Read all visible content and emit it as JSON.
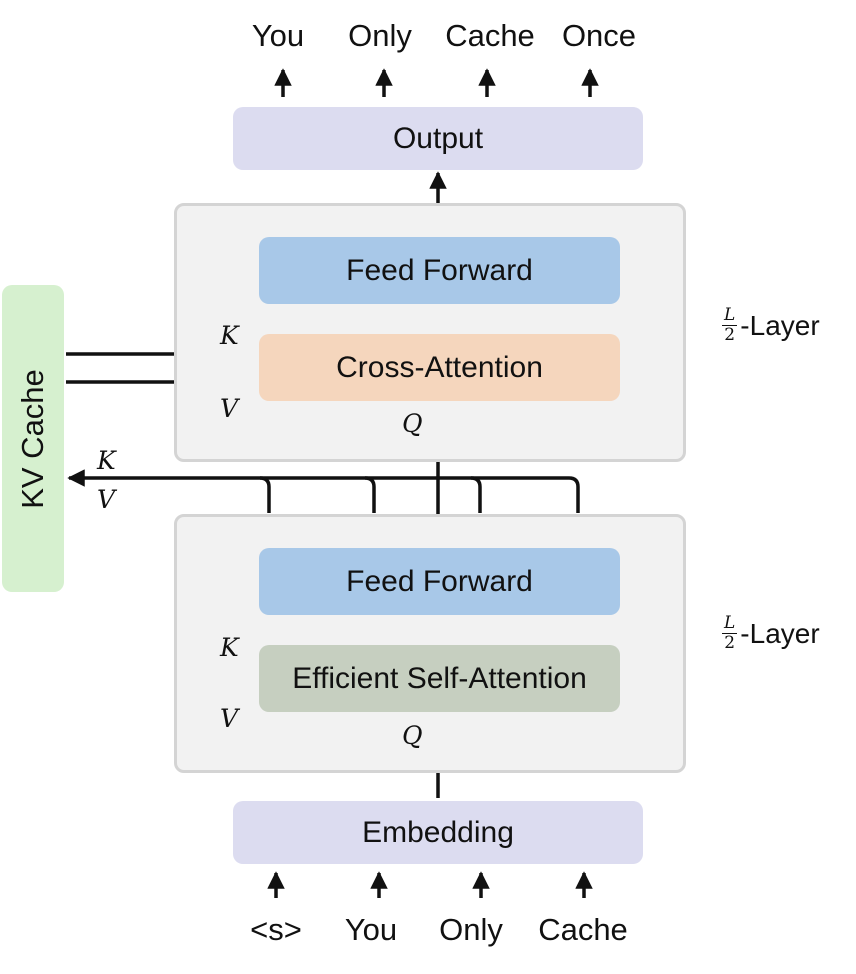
{
  "output_tokens": [
    "You",
    "Only",
    "Cache",
    "Once"
  ],
  "input_tokens": [
    "<s>",
    "You",
    "Only",
    "Cache"
  ],
  "blocks": {
    "output": "Output",
    "embedding": "Embedding",
    "feed_forward_top": "Feed Forward",
    "cross_attention": "Cross-Attention",
    "feed_forward_bottom": "Feed Forward",
    "self_attention": "Efficient Self-Attention",
    "kv_cache": "KV Cache"
  },
  "labels": {
    "k": "K",
    "v": "V",
    "q": "Q",
    "layer_fraction_num": "L",
    "layer_fraction_den": "2",
    "layer_suffix": "-Layer"
  }
}
